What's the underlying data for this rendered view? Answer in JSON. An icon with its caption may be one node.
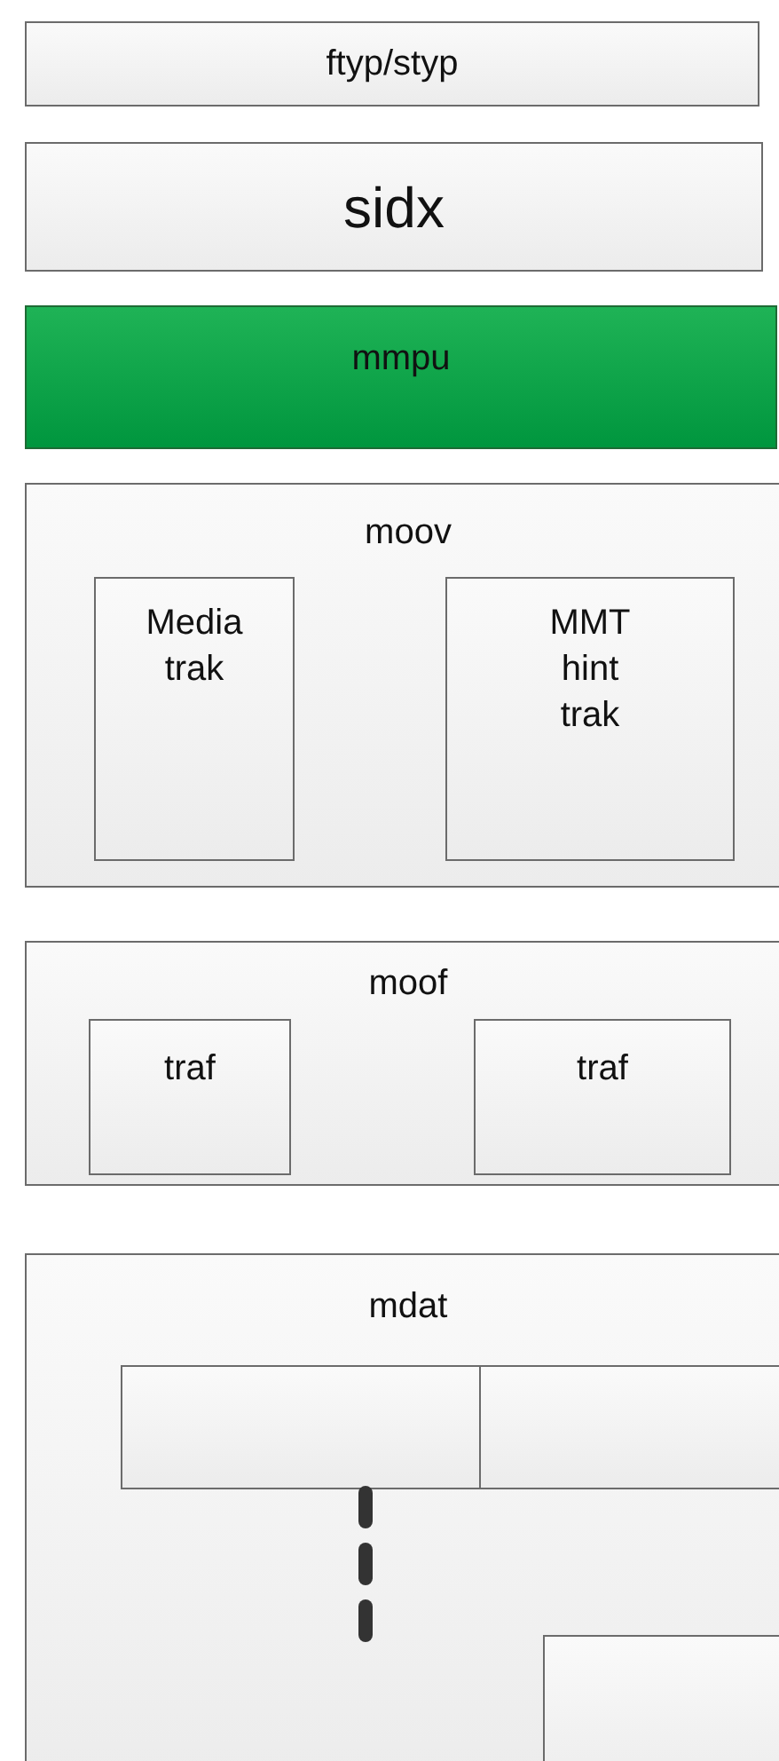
{
  "diagram": {
    "nodes": [
      {
        "text": [
          "ftyp/styp"
        ]
      },
      {
        "text": [
          "sidx"
        ]
      },
      {
        "text": [
          "mmpu"
        ]
      },
      {
        "text": [
          "moov"
        ]
      },
      {
        "text": [
          "Media trak"
        ],
        "in": 3
      },
      {
        "text": [
          "MMT hint trak"
        ],
        "in": 3
      },
      {
        "text": [
          "moof"
        ]
      },
      {
        "text": [
          "traf"
        ],
        "in": 6
      },
      {
        "text": [
          "traf"
        ],
        "in": 6
      },
      {
        "text": [
          "mdat"
        ]
      },
      {
        "text": [],
        "shape": "box",
        "in": 9
      },
      {
        "text": [],
        "shape": "box",
        "in": 9
      },
      {
        "text": [],
        "shape": "box",
        "in": 9
      }
    ]
  }
}
